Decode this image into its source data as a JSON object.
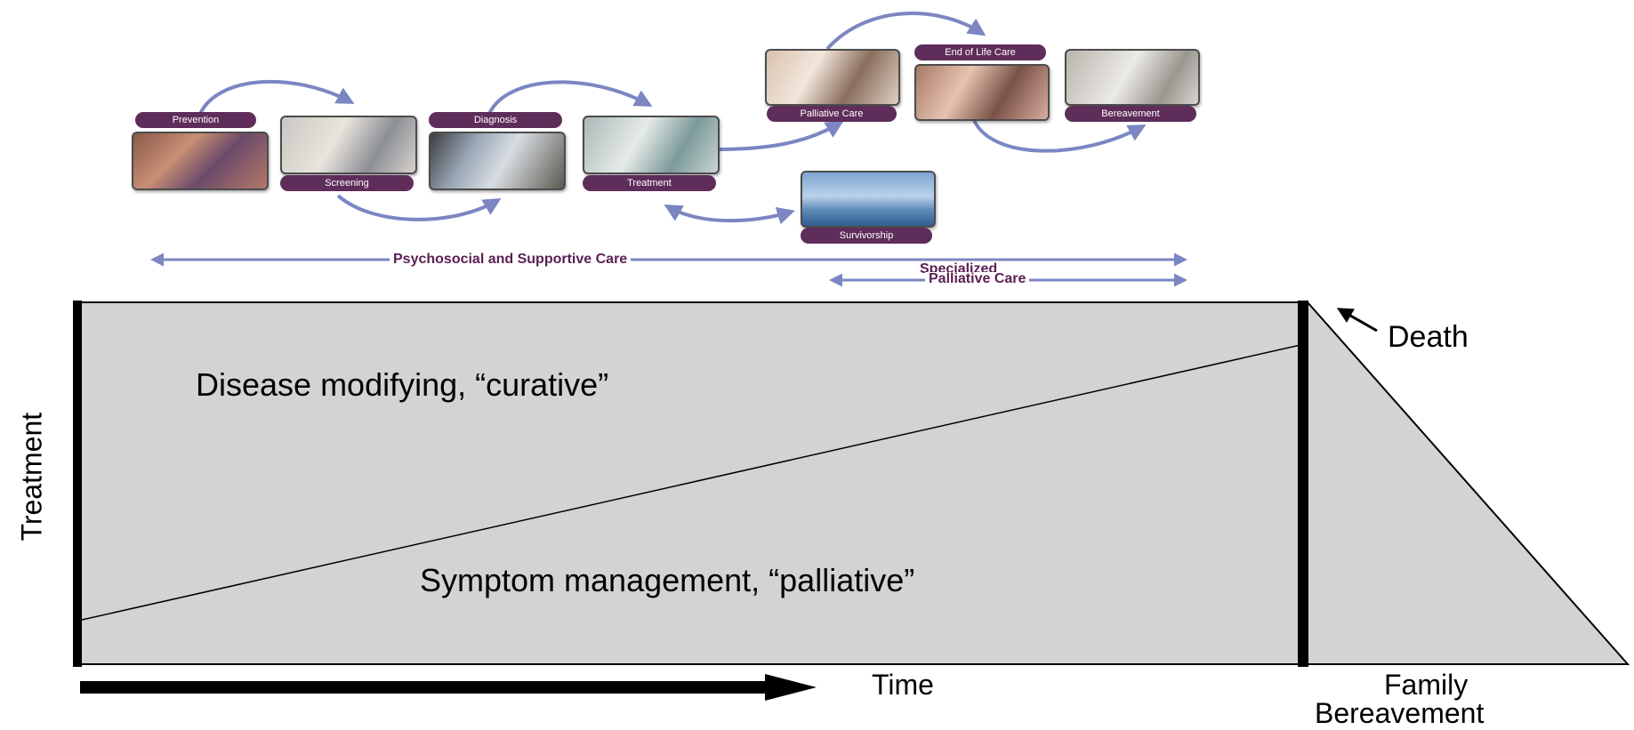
{
  "pathway": {
    "stages": {
      "prevention": "Prevention",
      "screening": "Screening",
      "diagnosis": "Diagnosis",
      "treatment": "Treatment",
      "palliative_care": "Palliative Care",
      "end_of_life_care": "End of Life Care",
      "bereavement": "Bereavement",
      "survivorship": "Survivorship"
    },
    "bands": {
      "psychosocial": "Psychosocial and Supportive Care",
      "specialized_line1": "Specialized",
      "specialized_line2": "Palliative Care"
    }
  },
  "model": {
    "curative_label": "Disease modifying, “curative”",
    "palliative_label": "Symptom management, “palliative”",
    "death_label": "Death",
    "y_axis_label": "Treatment",
    "x_axis_label": "Time",
    "bereavement_line1": "Family",
    "bereavement_line2": "Bereavement"
  },
  "colors": {
    "pill_bg": "#5e2d5a",
    "arrow": "#7b86c2",
    "band_text": "#5a1f52",
    "area_fill": "#d3d3d3"
  }
}
